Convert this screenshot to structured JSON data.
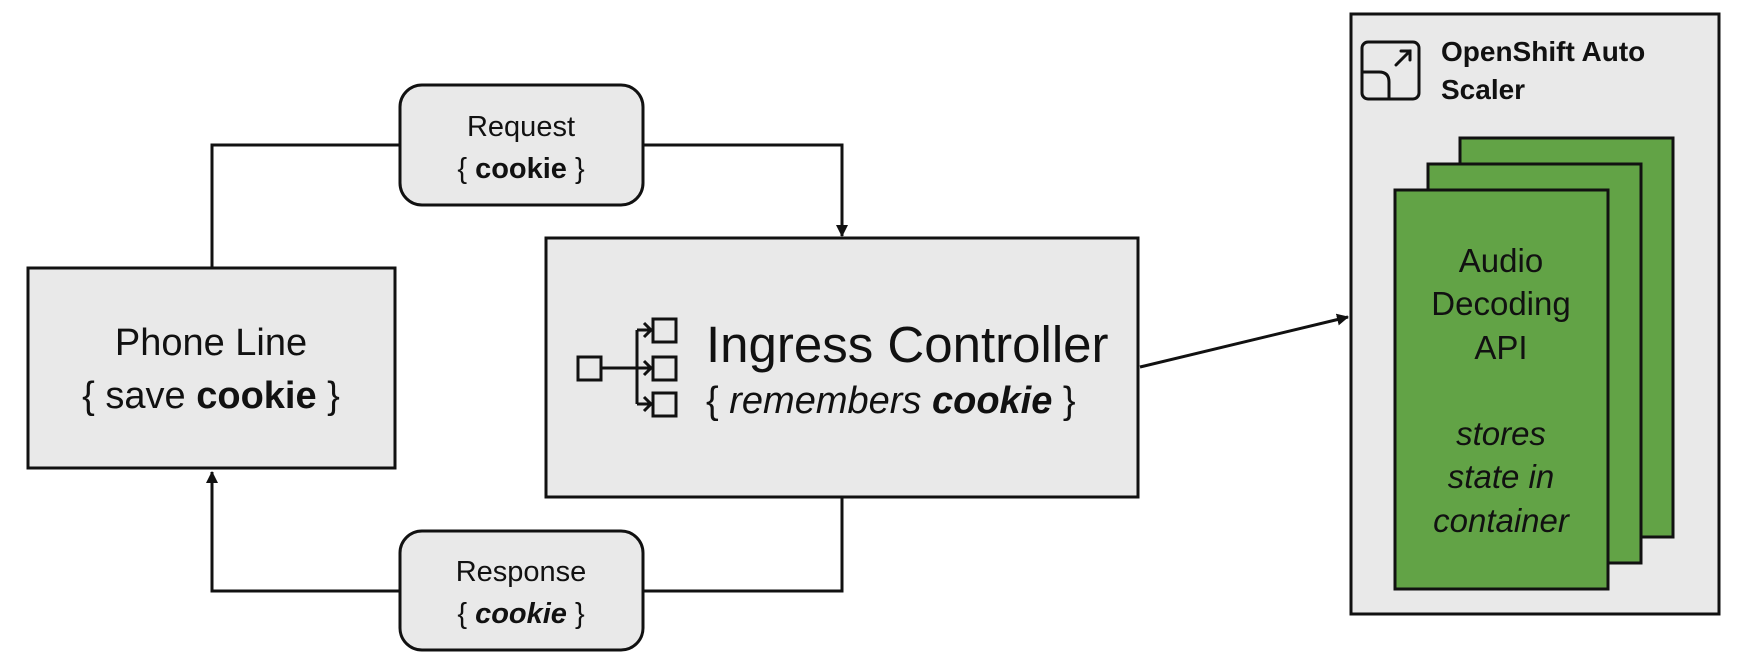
{
  "request_box": {
    "line1": "Request",
    "open": "{ ",
    "keyword": "cookie",
    "close": " }"
  },
  "response_box": {
    "line1": "Response",
    "open": "{ ",
    "keyword": "cookie",
    "close": " }"
  },
  "phone_line": {
    "title": "Phone Line",
    "open": "{ save ",
    "keyword": "cookie",
    "close": " }"
  },
  "ingress": {
    "title": "Ingress Controller",
    "open": "{ ",
    "verb": "remembers ",
    "keyword": "cookie",
    "close": " }",
    "icon": "network-tree-icon"
  },
  "autoscaler": {
    "title_line1": "OpenShift Auto",
    "title_line2": "Scaler",
    "icon": "scale-arrow-icon",
    "card": {
      "line1": "Audio",
      "line2": "Decoding",
      "line3": "API",
      "note1": "stores",
      "note2": "state in",
      "note3": "container"
    }
  },
  "colors": {
    "box_fill": "#e9e9e9",
    "stroke": "#111111",
    "container_green": "#62a346"
  }
}
